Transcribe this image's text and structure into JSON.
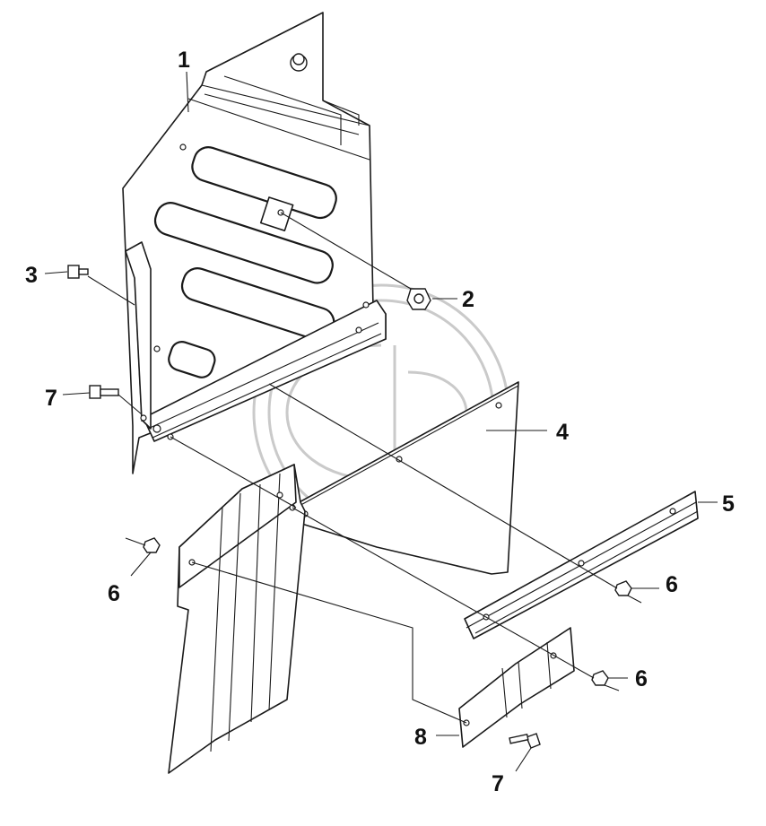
{
  "diagram": {
    "callouts": [
      "1",
      "2",
      "3",
      "4",
      "5",
      "6",
      "6",
      "6",
      "7",
      "7",
      "8"
    ]
  }
}
